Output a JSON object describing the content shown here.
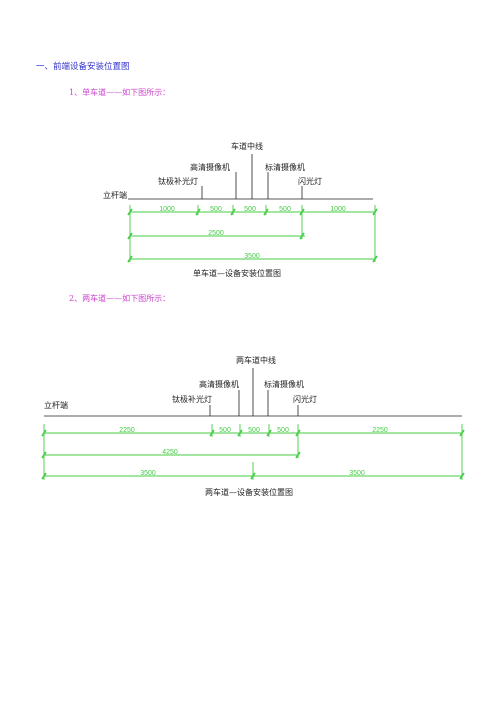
{
  "section_heading": "一、前端设备安装位置图",
  "diagram1": {
    "subheading": "1、单车道——如下图所示：",
    "centerline_label": "车道中线",
    "hd_camera_label": "高清摄像机",
    "std_camera_label": "标清摄像机",
    "fill_light_label": "钛极补光灯",
    "flash_label": "闪光灯",
    "pole_label": "立杆端",
    "caption": "单车道—设备安装位置图",
    "dims_row1": [
      "1000",
      "500",
      "500",
      "500",
      "1000"
    ],
    "dim_row2": "2500",
    "dim_row3": "3500"
  },
  "diagram2": {
    "subheading": "2、两车道——如下图所示：",
    "centerline_label": "两车道中线",
    "hd_camera_label": "高清摄像机",
    "std_camera_label": "标清摄像机",
    "fill_light_label": "钛极补光灯",
    "flash_label": "闪光灯",
    "pole_label": "立杆端",
    "caption": "两车道—设备安装位置图",
    "dims_row1": [
      "2250",
      "500",
      "500",
      "500",
      "2250"
    ],
    "dim_row2": "4250",
    "dims_row3": [
      "3500",
      "3500"
    ]
  },
  "colors": {
    "heading": "#3333cc",
    "subheading": "#cc44cc",
    "dimension": "#44cc44",
    "line": "#222222"
  }
}
